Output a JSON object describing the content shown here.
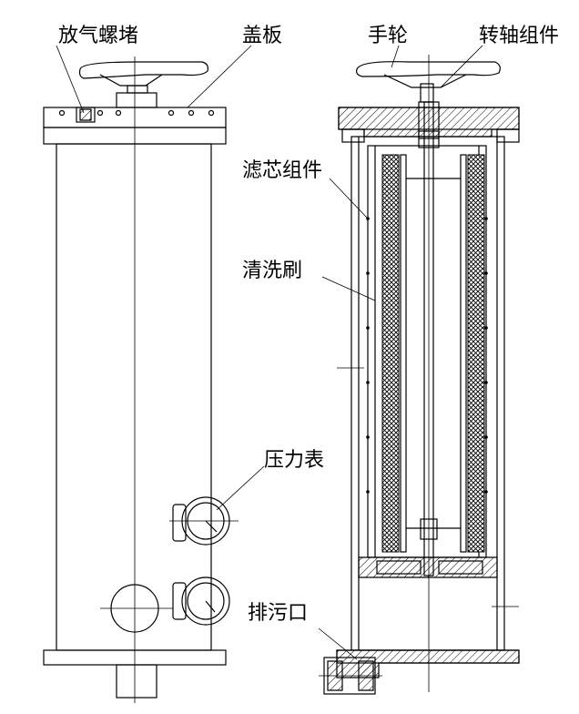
{
  "labels": {
    "vent_screw": "放气螺堵",
    "cover_plate": "盖板",
    "handwheel": "手轮",
    "shaft_assembly": "转轴组件",
    "filter_element": "滤芯组件",
    "cleaning_brush": "清洗刷",
    "pressure_gauge": "压力表",
    "drain_outlet": "排污口"
  }
}
